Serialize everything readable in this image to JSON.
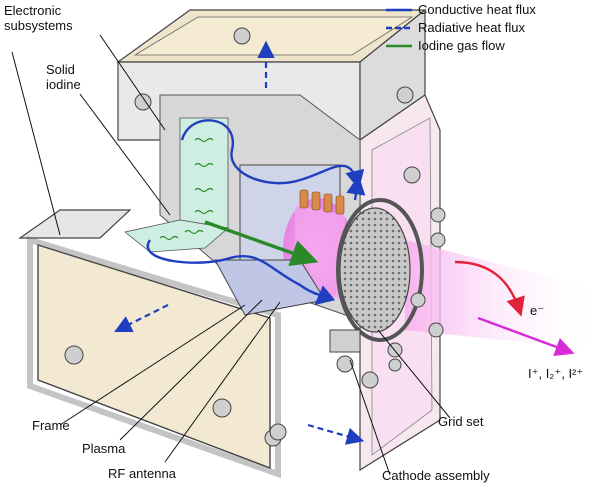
{
  "legend": {
    "items": [
      {
        "label": "Conductive heat flux",
        "color": "#1f3fbf",
        "style": "solid"
      },
      {
        "label": "Radiative heat flux",
        "color": "#1f3fbf",
        "style": "dashed"
      },
      {
        "label": "Iodine gas flow",
        "color": "#2a8a2a",
        "style": "solid"
      }
    ]
  },
  "labels": {
    "electronic_subsystems": "Electronic subsystems",
    "solid_iodine": "Solid iodine",
    "frame": "Frame",
    "plasma": "Plasma",
    "rf_antenna": "RF antenna",
    "cathode_assembly": "Cathode assembly",
    "grid_set": "Grid set",
    "electron": "e⁻",
    "ions": "I⁺, I₂⁺, I²⁺"
  },
  "colors": {
    "housing_fill": "#f3e9d3",
    "panel_grey": "#d9d9d9",
    "plasma_pink": "#f3a6ee",
    "iodine_green": "#cdeee0",
    "electron_red": "#e0223a",
    "ion_magenta": "#d92ad9",
    "copper": "#d98a4a"
  }
}
